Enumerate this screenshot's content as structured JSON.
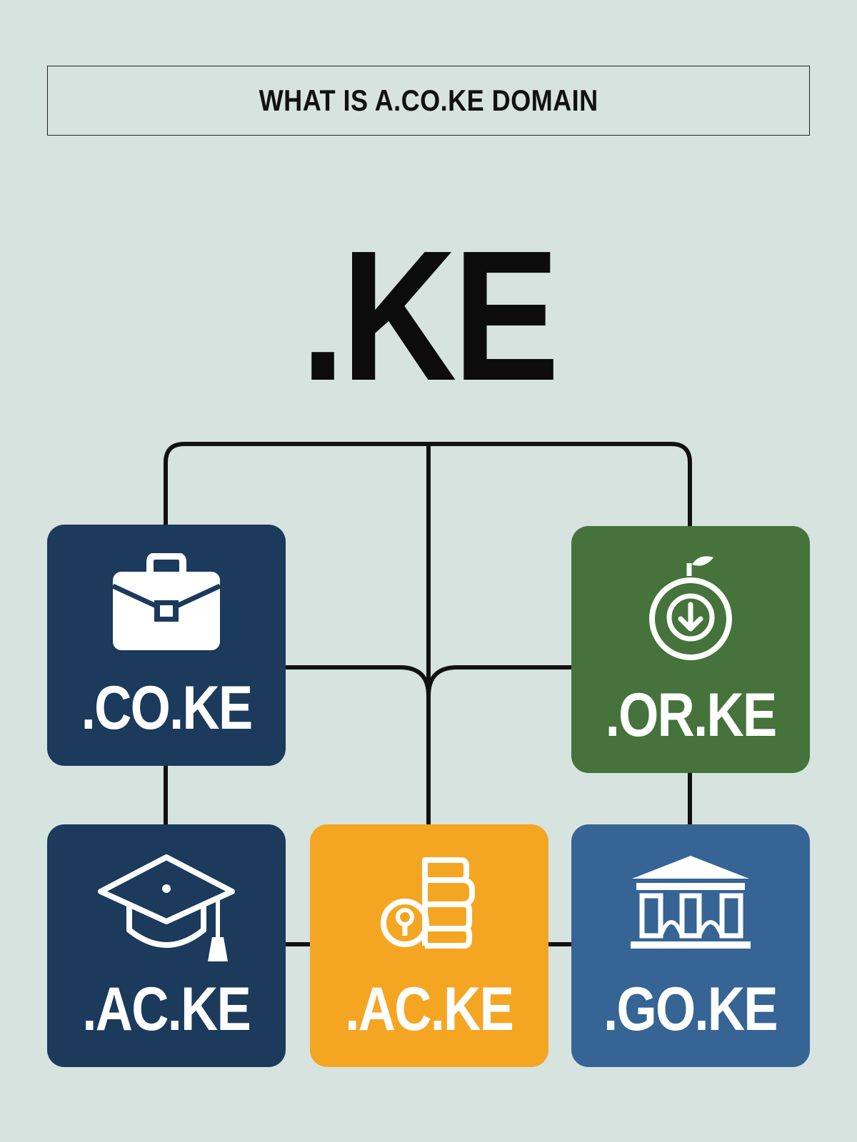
{
  "title": "WHAT IS A.CO.KE DOMAIN",
  "root": {
    "label": ".KE"
  },
  "nodes": [
    {
      "id": "co",
      "label": ".CO.KE",
      "icon": "briefcase-icon",
      "color": "#1b3a5c"
    },
    {
      "id": "or",
      "label": ".OR.KE",
      "icon": "timer-download-icon",
      "color": "#45733b"
    },
    {
      "id": "ac-1",
      "label": ".AC.KE",
      "icon": "graduation-cap-icon",
      "color": "#1b3a5c"
    },
    {
      "id": "ac-2",
      "label": ".AC.KE",
      "icon": "coins-icon",
      "color": "#f4a623"
    },
    {
      "id": "go",
      "label": ".GO.KE",
      "icon": "government-building-icon",
      "color": "#356495"
    }
  ],
  "colors": {
    "background": "#d6e3df",
    "line": "#111111",
    "text_dark": "#0c0c0c",
    "text_light": "#ffffff"
  }
}
